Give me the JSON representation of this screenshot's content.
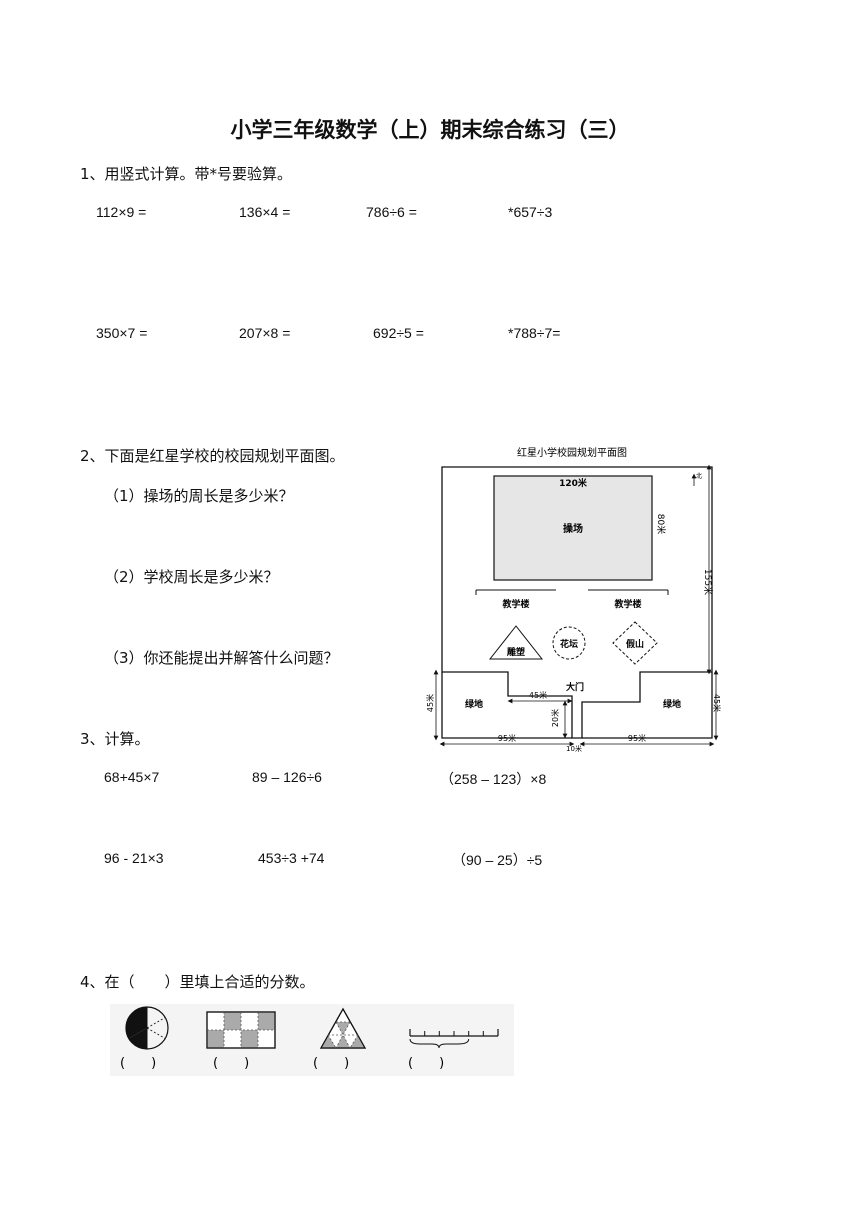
{
  "title": "小学三年级数学（上）期末综合练习（三）",
  "q1": {
    "heading": "1、用竖式计算。带*号要验算。",
    "row1": [
      "112×9 =",
      "136×4 =",
      "786÷6 =",
      "*657÷3"
    ],
    "row2": [
      "350×7 =",
      "207×8 =",
      "692÷5 =",
      "*788÷7="
    ]
  },
  "q2": {
    "heading": "2、下面是红星学校的校园规划平面图。",
    "sub1": "（1）操场的周长是多少米？",
    "sub2": "（2）学校周长是多少米？",
    "sub3": "（3）你还能提出并解答什么问题？",
    "map": {
      "title": "红星小学校园规划平面图",
      "playground": "操场",
      "width_label": "120米",
      "height_label": "80米",
      "school_height": "155米",
      "building_left": "教学楼",
      "building_right": "教学楼",
      "sculpture": "雕塑",
      "flowerbed": "花坛",
      "rockery": "假山",
      "gate": "大门",
      "green_left": "绿地",
      "green_right": "绿地",
      "green_height_left": "45米",
      "green_height_right": "45米",
      "step_width": "45米",
      "step_height": "20米",
      "bottom_left": "95米",
      "bottom_right": "95米",
      "gate_width": "10米",
      "north": "北"
    }
  },
  "q3": {
    "heading": "3、计算。",
    "row1": [
      "68+45×7",
      "89 – 126÷6",
      "（258 – 123）×8"
    ],
    "row2": [
      "96 - 21×3",
      "453÷3 +74",
      "（90 – 25）÷5"
    ]
  },
  "q4": {
    "heading": "4、在（　　）里填上合适的分数。",
    "blanks": [
      "(　　)",
      "(　　)",
      "(　　)",
      "(　　)"
    ]
  }
}
